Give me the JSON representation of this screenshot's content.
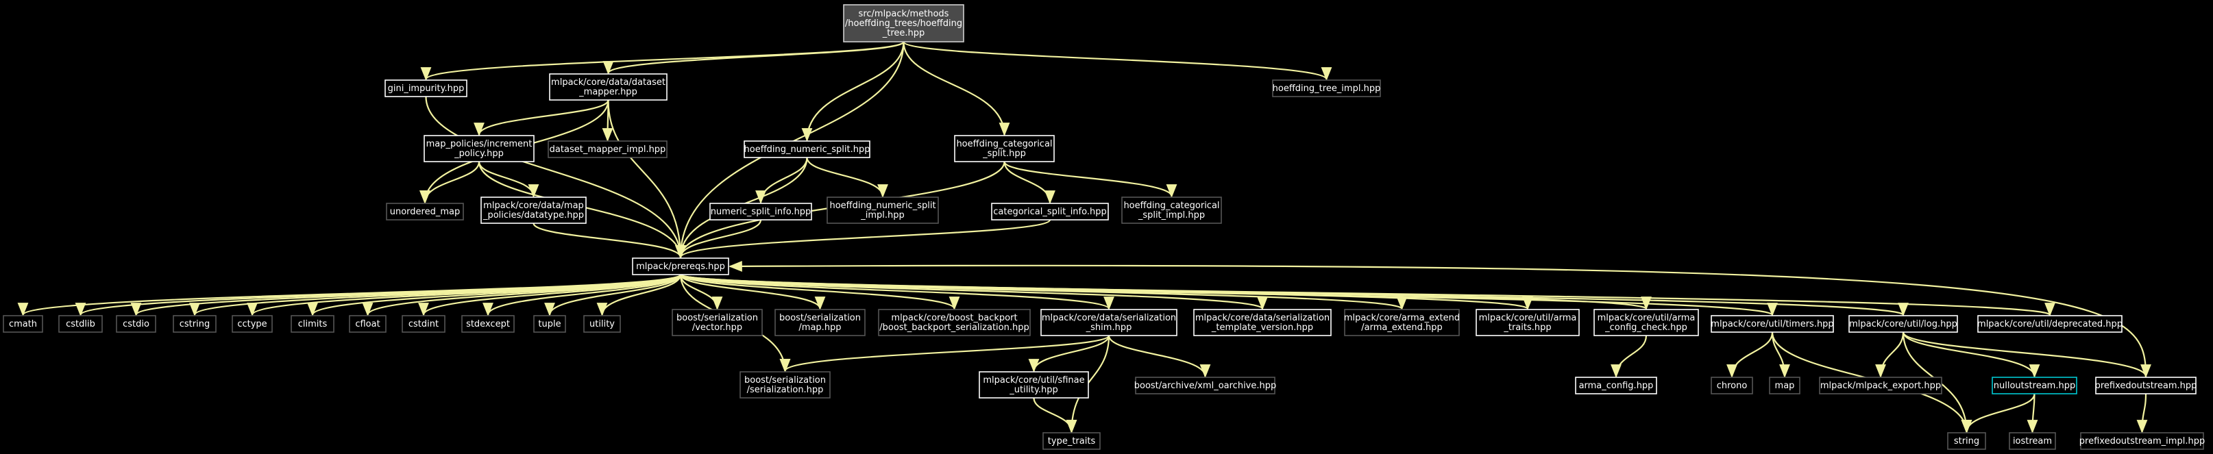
{
  "colors": {
    "background": "#000000",
    "edge": "#f2f2a0",
    "linked_node_border": "#ffffff",
    "external_node_border": "#555555",
    "highlighted_node_border": "#00c8d2",
    "root_fill": "#4a4a4a"
  },
  "nodes": [
    {
      "id": "root",
      "kind": "root",
      "lines": [
        "src/mlpack/methods",
        "/hoeffding_trees/hoeffding",
        "_tree.hpp"
      ]
    },
    {
      "id": "gini_impurity",
      "kind": "linked",
      "lines": [
        "gini_impurity.hpp"
      ]
    },
    {
      "id": "dataset_mapper",
      "kind": "linked",
      "lines": [
        "mlpack/core/data/dataset",
        "_mapper.hpp"
      ]
    },
    {
      "id": "hoeffding_tree_impl",
      "kind": "external",
      "lines": [
        "hoeffding_tree_impl.hpp"
      ]
    },
    {
      "id": "increment_policy",
      "kind": "linked",
      "lines": [
        "map_policies/increment",
        "_policy.hpp"
      ]
    },
    {
      "id": "dataset_mapper_impl",
      "kind": "external",
      "lines": [
        "dataset_mapper_impl.hpp"
      ]
    },
    {
      "id": "hoeffding_numeric_split",
      "kind": "linked",
      "lines": [
        "hoeffding_numeric_split.hpp"
      ]
    },
    {
      "id": "hoeffding_categorical_split",
      "kind": "linked",
      "lines": [
        "hoeffding_categorical",
        "_split.hpp"
      ]
    },
    {
      "id": "unordered_map",
      "kind": "external",
      "lines": [
        "unordered_map"
      ]
    },
    {
      "id": "datatype",
      "kind": "linked",
      "lines": [
        "mlpack/core/data/map",
        "_policies/datatype.hpp"
      ]
    },
    {
      "id": "numeric_split_info",
      "kind": "linked",
      "lines": [
        "numeric_split_info.hpp"
      ]
    },
    {
      "id": "hoeffding_numeric_split_impl",
      "kind": "external",
      "lines": [
        "hoeffding_numeric_split",
        "_impl.hpp"
      ]
    },
    {
      "id": "categorical_split_info",
      "kind": "linked",
      "lines": [
        "categorical_split_info.hpp"
      ]
    },
    {
      "id": "hoeffding_categorical_split_impl",
      "kind": "external",
      "lines": [
        "hoeffding_categorical",
        "_split_impl.hpp"
      ]
    },
    {
      "id": "prereqs",
      "kind": "linked",
      "lines": [
        "mlpack/prereqs.hpp"
      ]
    },
    {
      "id": "cmath",
      "kind": "external",
      "lines": [
        "cmath"
      ]
    },
    {
      "id": "cstdlib",
      "kind": "external",
      "lines": [
        "cstdlib"
      ]
    },
    {
      "id": "cstdio",
      "kind": "external",
      "lines": [
        "cstdio"
      ]
    },
    {
      "id": "cstring",
      "kind": "external",
      "lines": [
        "cstring"
      ]
    },
    {
      "id": "cctype",
      "kind": "external",
      "lines": [
        "cctype"
      ]
    },
    {
      "id": "climits",
      "kind": "external",
      "lines": [
        "climits"
      ]
    },
    {
      "id": "cfloat",
      "kind": "external",
      "lines": [
        "cfloat"
      ]
    },
    {
      "id": "cstdint",
      "kind": "external",
      "lines": [
        "cstdint"
      ]
    },
    {
      "id": "stdexcept",
      "kind": "external",
      "lines": [
        "stdexcept"
      ]
    },
    {
      "id": "tuple",
      "kind": "external",
      "lines": [
        "tuple"
      ]
    },
    {
      "id": "utility",
      "kind": "external",
      "lines": [
        "utility"
      ]
    },
    {
      "id": "vector_hpp",
      "kind": "external",
      "lines": [
        "boost/serialization",
        "/vector.hpp"
      ]
    },
    {
      "id": "map_hpp",
      "kind": "external",
      "lines": [
        "boost/serialization",
        "/map.hpp"
      ]
    },
    {
      "id": "boost_backport",
      "kind": "external",
      "lines": [
        "mlpack/core/boost_backport",
        "/boost_backport_serialization.hpp"
      ]
    },
    {
      "id": "serialization_shim",
      "kind": "linked",
      "lines": [
        "mlpack/core/data/serialization",
        "_shim.hpp"
      ]
    },
    {
      "id": "serialization_template_version",
      "kind": "linked",
      "lines": [
        "mlpack/core/data/serialization",
        "_template_version.hpp"
      ]
    },
    {
      "id": "arma_extend",
      "kind": "external",
      "lines": [
        "mlpack/core/arma_extend",
        "/arma_extend.hpp"
      ]
    },
    {
      "id": "arma_traits",
      "kind": "linked",
      "lines": [
        "mlpack/core/util/arma",
        "_traits.hpp"
      ]
    },
    {
      "id": "arma_config_check",
      "kind": "linked",
      "lines": [
        "mlpack/core/util/arma",
        "_config_check.hpp"
      ]
    },
    {
      "id": "timers",
      "kind": "linked",
      "lines": [
        "mlpack/core/util/timers.hpp"
      ]
    },
    {
      "id": "log",
      "kind": "linked",
      "lines": [
        "mlpack/core/util/log.hpp"
      ]
    },
    {
      "id": "deprecated",
      "kind": "linked",
      "lines": [
        "mlpack/core/util/deprecated.hpp"
      ]
    },
    {
      "id": "serialization_hpp",
      "kind": "external",
      "lines": [
        "boost/serialization",
        "/serialization.hpp"
      ]
    },
    {
      "id": "sfinae_utility",
      "kind": "linked",
      "lines": [
        "mlpack/core/util/sfinae",
        "_utility.hpp"
      ]
    },
    {
      "id": "xml_oarchive",
      "kind": "external",
      "lines": [
        "boost/archive/xml_oarchive.hpp"
      ]
    },
    {
      "id": "arma_config",
      "kind": "linked",
      "lines": [
        "arma_config.hpp"
      ]
    },
    {
      "id": "chrono",
      "kind": "external",
      "lines": [
        "chrono"
      ]
    },
    {
      "id": "map",
      "kind": "external",
      "lines": [
        "map"
      ]
    },
    {
      "id": "mlpack_export",
      "kind": "external",
      "lines": [
        "mlpack/mlpack_export.hpp"
      ]
    },
    {
      "id": "nulloutstream",
      "kind": "highlighted",
      "lines": [
        "nulloutstream.hpp"
      ]
    },
    {
      "id": "prefixedoutstream",
      "kind": "linked",
      "lines": [
        "prefixedoutstream.hpp"
      ]
    },
    {
      "id": "type_traits",
      "kind": "external",
      "lines": [
        "type_traits"
      ]
    },
    {
      "id": "string",
      "kind": "external",
      "lines": [
        "string"
      ]
    },
    {
      "id": "iostream",
      "kind": "external",
      "lines": [
        "iostream"
      ]
    },
    {
      "id": "prefixedoutstream_impl",
      "kind": "external",
      "lines": [
        "prefixedoutstream_impl.hpp"
      ]
    }
  ],
  "edges": [
    [
      "root",
      "gini_impurity"
    ],
    [
      "root",
      "dataset_mapper"
    ],
    [
      "root",
      "hoeffding_tree_impl"
    ],
    [
      "root",
      "hoeffding_numeric_split"
    ],
    [
      "root",
      "hoeffding_categorical_split"
    ],
    [
      "root",
      "prereqs"
    ],
    [
      "gini_impurity",
      "prereqs"
    ],
    [
      "dataset_mapper",
      "increment_policy"
    ],
    [
      "dataset_mapper",
      "dataset_mapper_impl"
    ],
    [
      "dataset_mapper",
      "unordered_map"
    ],
    [
      "dataset_mapper",
      "prereqs"
    ],
    [
      "increment_policy",
      "unordered_map"
    ],
    [
      "increment_policy",
      "datatype"
    ],
    [
      "increment_policy",
      "prereqs"
    ],
    [
      "datatype",
      "prereqs"
    ],
    [
      "hoeffding_numeric_split",
      "numeric_split_info"
    ],
    [
      "hoeffding_numeric_split",
      "hoeffding_numeric_split_impl"
    ],
    [
      "hoeffding_numeric_split",
      "prereqs"
    ],
    [
      "numeric_split_info",
      "prereqs"
    ],
    [
      "hoeffding_categorical_split",
      "categorical_split_info"
    ],
    [
      "hoeffding_categorical_split",
      "hoeffding_categorical_split_impl"
    ],
    [
      "hoeffding_categorical_split",
      "prereqs"
    ],
    [
      "categorical_split_info",
      "prereqs"
    ],
    [
      "prereqs",
      "cmath"
    ],
    [
      "prereqs",
      "cstdlib"
    ],
    [
      "prereqs",
      "cstdio"
    ],
    [
      "prereqs",
      "cstring"
    ],
    [
      "prereqs",
      "cctype"
    ],
    [
      "prereqs",
      "climits"
    ],
    [
      "prereqs",
      "cfloat"
    ],
    [
      "prereqs",
      "cstdint"
    ],
    [
      "prereqs",
      "stdexcept"
    ],
    [
      "prereqs",
      "tuple"
    ],
    [
      "prereqs",
      "utility"
    ],
    [
      "prereqs",
      "vector_hpp"
    ],
    [
      "prereqs",
      "map_hpp"
    ],
    [
      "prereqs",
      "boost_backport"
    ],
    [
      "prereqs",
      "serialization_shim"
    ],
    [
      "prereqs",
      "serialization_template_version"
    ],
    [
      "prereqs",
      "arma_extend"
    ],
    [
      "prereqs",
      "arma_traits"
    ],
    [
      "prereqs",
      "arma_config_check"
    ],
    [
      "prereqs",
      "timers"
    ],
    [
      "prereqs",
      "log"
    ],
    [
      "prereqs",
      "deprecated"
    ],
    [
      "prereqs",
      "serialization_hpp"
    ],
    [
      "serialization_shim",
      "serialization_hpp"
    ],
    [
      "serialization_shim",
      "sfinae_utility"
    ],
    [
      "serialization_shim",
      "xml_oarchive"
    ],
    [
      "serialization_shim",
      "type_traits"
    ],
    [
      "sfinae_utility",
      "type_traits"
    ],
    [
      "arma_config_check",
      "arma_config"
    ],
    [
      "timers",
      "chrono"
    ],
    [
      "timers",
      "map"
    ],
    [
      "timers",
      "string"
    ],
    [
      "log",
      "mlpack_export"
    ],
    [
      "log",
      "nulloutstream"
    ],
    [
      "log",
      "prefixedoutstream"
    ],
    [
      "log",
      "string"
    ],
    [
      "nulloutstream",
      "string"
    ],
    [
      "nulloutstream",
      "iostream"
    ],
    [
      "prefixedoutstream",
      "prefixedoutstream_impl"
    ],
    [
      "prefixedoutstream",
      "prereqs"
    ]
  ]
}
